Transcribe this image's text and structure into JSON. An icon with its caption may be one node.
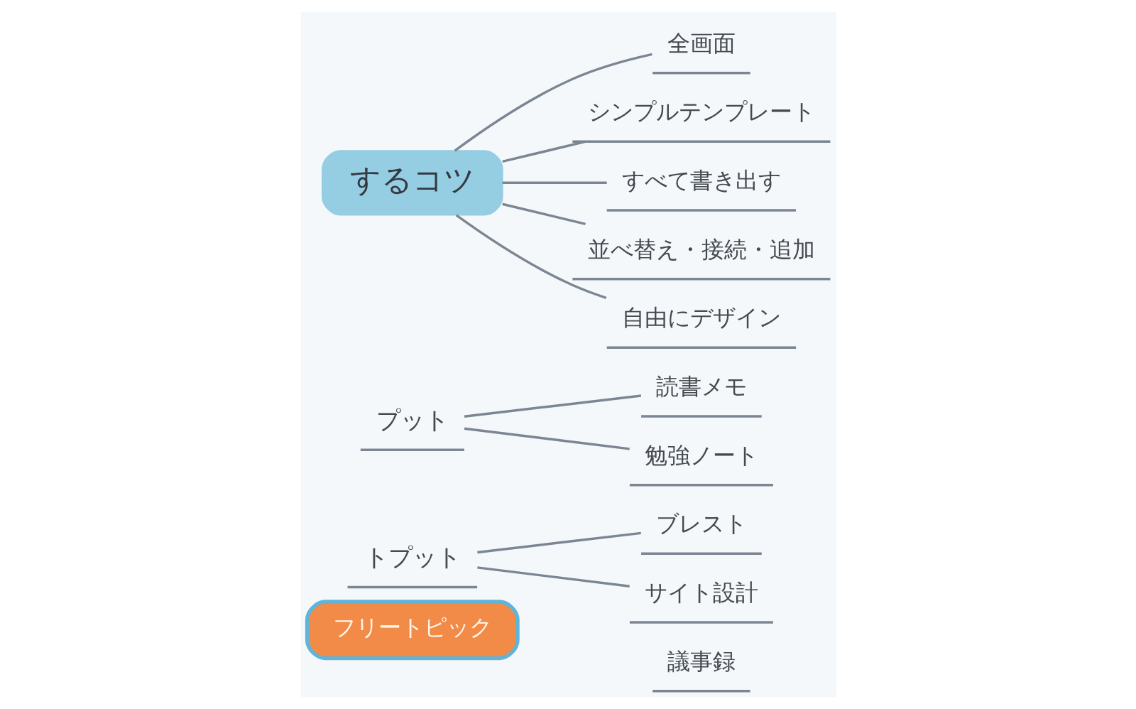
{
  "diagram": {
    "nodes": [
      {
        "text": [
          "するコツ"
        ]
      },
      {
        "text": [
          "全画面"
        ]
      },
      {
        "text": [
          "シンプルテンプレート"
        ]
      },
      {
        "text": [
          "すべて書き出す"
        ]
      },
      {
        "text": [
          "並べ替え・接続・追加"
        ]
      },
      {
        "text": [
          "自由にデザイン"
        ]
      },
      {
        "text": [
          "プット"
        ]
      },
      {
        "text": [
          "読書メモ"
        ]
      },
      {
        "text": [
          "勉強ノート"
        ]
      },
      {
        "text": [
          "トプット"
        ]
      },
      {
        "text": [
          "ブレスト"
        ]
      },
      {
        "text": [
          "サイト設計"
        ]
      },
      {
        "text": [
          "議事録"
        ]
      },
      {
        "text": [
          "フリートピック"
        ]
      }
    ],
    "edges": [
      {
        "from": 0,
        "to": 1,
        "arrow": "none"
      },
      {
        "from": 0,
        "to": 2,
        "arrow": "none"
      },
      {
        "from": 0,
        "to": 3,
        "arrow": "none"
      },
      {
        "from": 0,
        "to": 4,
        "arrow": "none"
      },
      {
        "from": 0,
        "to": 5,
        "arrow": "none"
      },
      {
        "from": 6,
        "to": 7,
        "arrow": "none"
      },
      {
        "from": 6,
        "to": 8,
        "arrow": "none"
      },
      {
        "from": 9,
        "to": 10,
        "arrow": "none"
      },
      {
        "from": 9,
        "to": 11,
        "arrow": "none"
      }
    ]
  }
}
